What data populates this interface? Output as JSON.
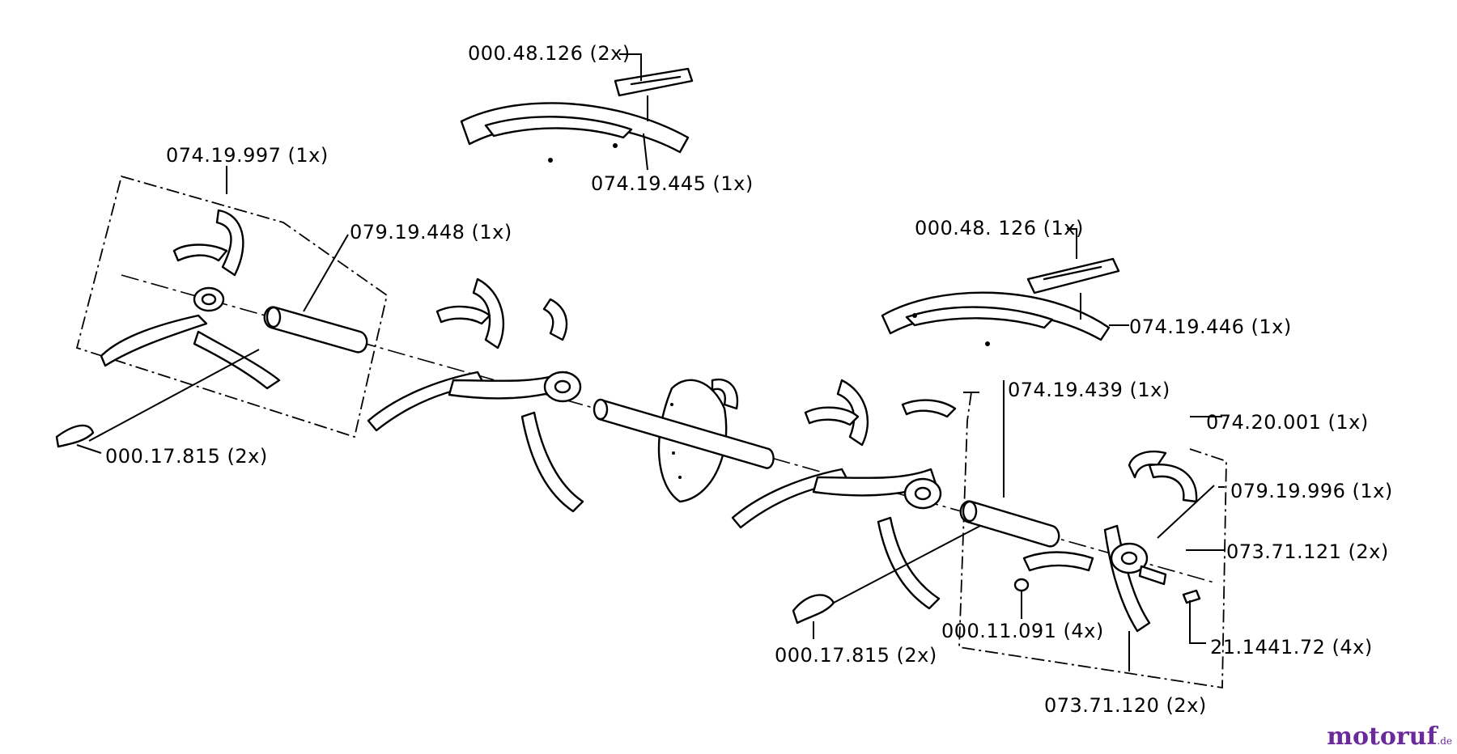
{
  "labels": {
    "p1": "000.48.126 (2x)",
    "p2": "074.19.445 (1x)",
    "p3": "074.19.997 (1x)",
    "p4": "079.19.448 (1x)",
    "p5": "000.48. 126 (1x)",
    "p6": "074.19.446 (1x)",
    "p7": "074.19.439 (1x)",
    "p8": "074.20.001 (1x)",
    "p9": "079.19.996 (1x)",
    "p10": "073.71.121 (2x)",
    "p11": "000.17.815 (2x)",
    "p12": "000.17.815 (2x)",
    "p13": "000.11.091 (4x)",
    "p14": "21.1441.72 (4x)",
    "p15": "073.71.120 (2x)"
  },
  "watermark": {
    "brand": "motoruf",
    "tld": ".de"
  }
}
